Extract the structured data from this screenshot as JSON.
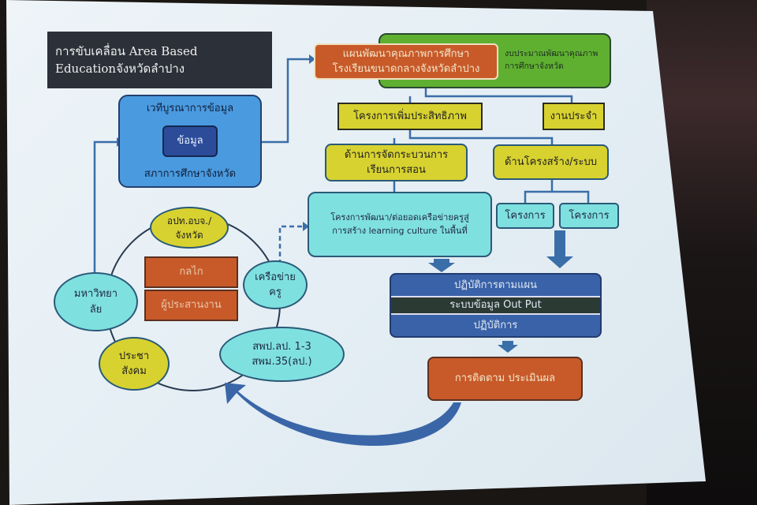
{
  "title": {
    "line1": "การขับเคลื่อน Area Based",
    "line2": "Educationจังหวัดลำปาง"
  },
  "green_box": {
    "line1": "งบประมาณพัฒนาคุณภาพ",
    "line2": "การศึกษาจังหวัด"
  },
  "plan_box": {
    "line1": "แผนพัฒนาคุณภาพการศึกษา",
    "line2": "โรงเรียนขนาดกลางจังหวัดลำปาง"
  },
  "efficiency": "โครงการเพิ่มประสิทธิภาพ",
  "routine": "งานประจำ",
  "teaching": {
    "line1": "ด้านการจัดกระบวนการ",
    "line2": "เรียนการสอน"
  },
  "structure": "ด้านโครงสร้าง/ระบบ",
  "network_project": {
    "line1": "โครงการพัฒนา/ต่อยอดเครือข่ายครูสู่",
    "line2": "การสร้าง learning culture ในพื้นที่"
  },
  "projects": [
    "โครงการ",
    "โครงการ"
  ],
  "execution": {
    "row1": "ปฏิบัติการตามแผน",
    "row2": "ระบบข้อมูล Out Put",
    "row3": "ปฏิบัติการ"
  },
  "monitoring": "การติดตาม ประเมินผล",
  "forum": {
    "title": "เวทีบูรณาการข้อมูล",
    "inner": "ข้อมูล",
    "sub": "สภาการศึกษาจังหวัด"
  },
  "nodes": {
    "local": {
      "line1": "อปท.อบจ./",
      "line2": "จังหวัด"
    },
    "university": {
      "line1": "มหาวิทยา",
      "line2": "ลัย"
    },
    "teacher_network": {
      "line1": "เครือข่าย",
      "line2": "ครู"
    },
    "civil": {
      "line1": "ประชา",
      "line2": "สังคม"
    },
    "office": {
      "line1": "สพป.ลป. 1-3",
      "line2": "สพม.35(ลป.)"
    }
  },
  "mechanism": "กลไก",
  "coordinator": "ผู้ประสานงาน"
}
